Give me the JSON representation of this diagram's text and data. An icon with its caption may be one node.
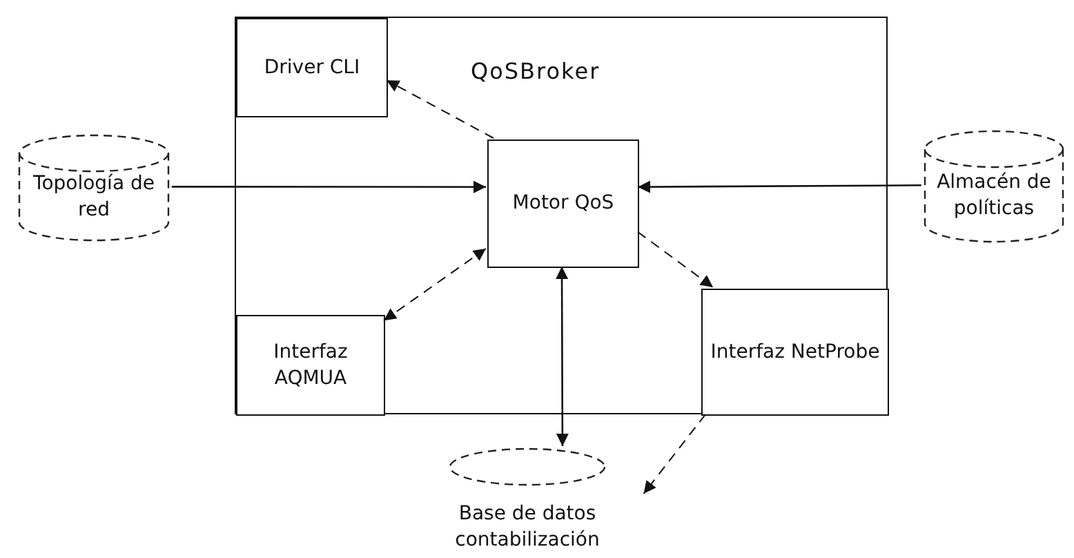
{
  "diagram": {
    "nodes": [
      {
        "text": [
          "QoSBroker"
        ]
      },
      {
        "text": [
          "Driver CLI"
        ],
        "in": 0
      },
      {
        "text": [
          "Topología de red"
        ]
      },
      {
        "text": [
          "Motor QoS"
        ],
        "in": 0
      },
      {
        "text": [
          "Almacén de políticas"
        ]
      },
      {
        "text": [
          "Interfaz AQMUA"
        ],
        "in": 0
      },
      {
        "text": [
          "Interfaz NetProbe"
        ],
        "in": 0
      },
      {
        "text": [
          "Base de datos contabilización"
        ]
      }
    ],
    "edges": [
      {
        "from": 3,
        "to": 1,
        "arrow": "to",
        "style": "dashed"
      },
      {
        "from": 2,
        "to": 3,
        "arrow": "to"
      },
      {
        "from": 4,
        "to": 3,
        "arrow": "to"
      },
      {
        "from": 3,
        "to": 5,
        "arrow": "both",
        "style": "dashed"
      },
      {
        "from": 3,
        "to": 6,
        "arrow": "to",
        "style": "dashed"
      },
      {
        "from": 3,
        "to": 7,
        "arrow": "both"
      },
      {
        "from": 6,
        "to": 7,
        "arrow": "to",
        "style": "dashed"
      }
    ]
  }
}
